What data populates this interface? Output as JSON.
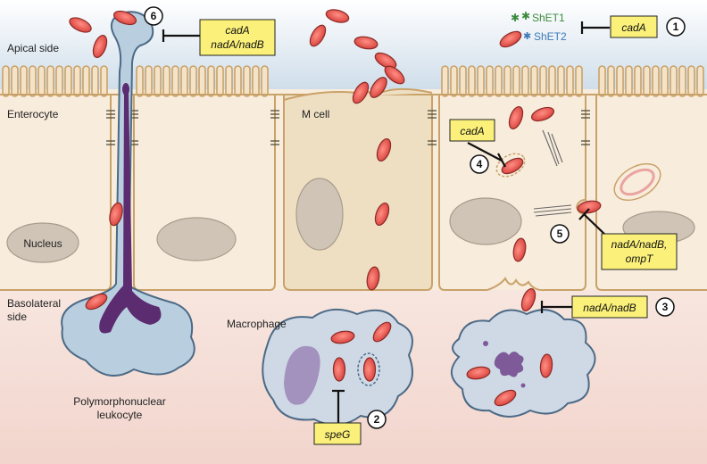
{
  "labels": {
    "apical": "Apical side",
    "enterocyte": "Enterocyte",
    "mcell": "M cell",
    "nucleus": "Nucleus",
    "basolateral_1": "Basolateral",
    "basolateral_2": "side",
    "macrophage": "Macrophage",
    "pmn_1": "Polymorphonuclear",
    "pmn_2": "leukocyte",
    "shet1": "ShET1",
    "shet2": "ShET2"
  },
  "boxes": {
    "b6_l1": "cadA",
    "b6_l2": "nadA/nadB",
    "b1": "cadA",
    "b4": "cadA",
    "b5_l1": "nadA/nadB,",
    "b5_l2": "ompT",
    "b3": "nadA/nadB",
    "b2": "speG"
  },
  "markers": [
    "1",
    "2",
    "3",
    "4",
    "5",
    "6"
  ],
  "colors": {
    "lumen": "#d7e3ee",
    "cell_fill": "#f8ecdc",
    "mcell_fill": "#eedfc3",
    "membrane": "#c9a26a",
    "basal": "#f5ddd6",
    "bacterium": "#e4534d",
    "bacterium_edge": "#8a2a27",
    "pmn": "#b9cfe0",
    "pmn_edge": "#4c6a86",
    "purple": "#5b2c6f",
    "box": "#fbf17a",
    "nucleus": "#cfc4b6",
    "shet1": "#3d8b3d",
    "shet2": "#3d78b8"
  }
}
